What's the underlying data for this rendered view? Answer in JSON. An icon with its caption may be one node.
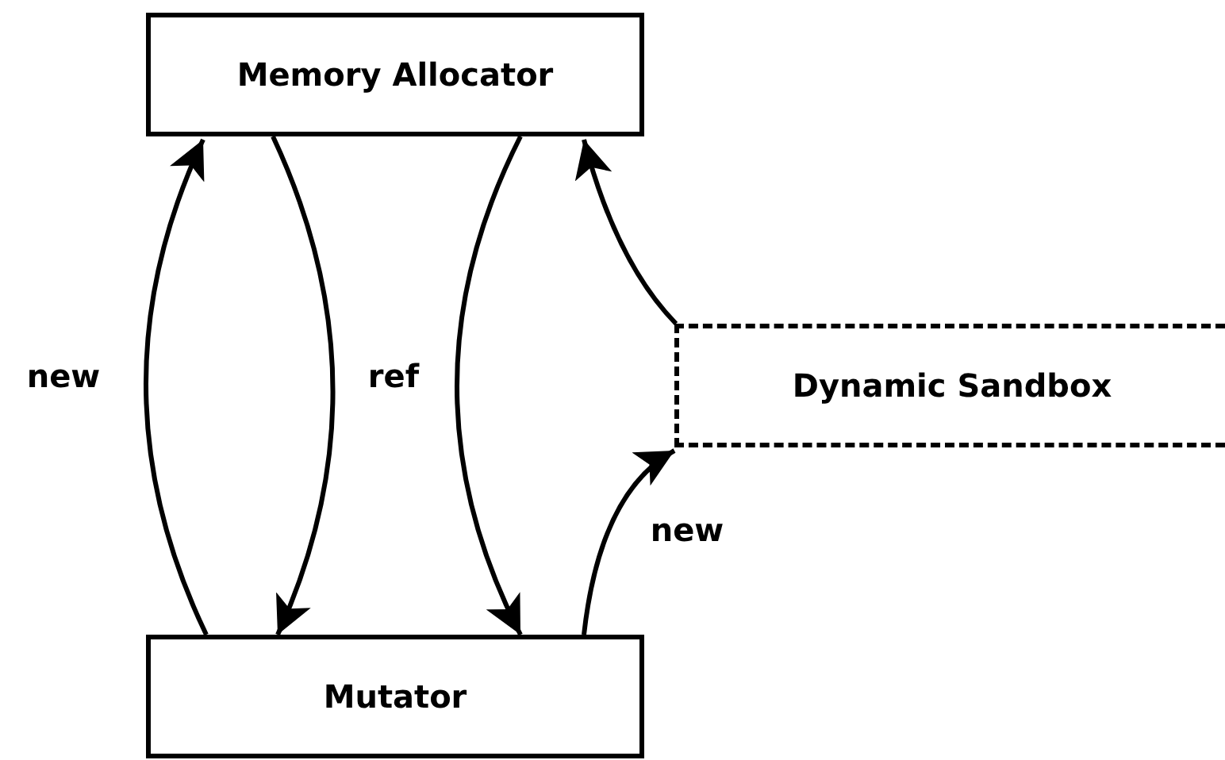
{
  "diagram": {
    "nodes": [
      {
        "text": [
          "Memory Allocator"
        ]
      },
      {
        "text": [
          "Mutator"
        ]
      },
      {
        "text": [
          "Dynamic Sandbox"
        ]
      }
    ],
    "edges": [
      {
        "from": 1,
        "to": 0,
        "arrow": "to",
        "label": "new"
      },
      {
        "from": 0,
        "to": 1,
        "arrow": "to",
        "label": "ref"
      },
      {
        "from": 0,
        "to": 1,
        "arrow": "to"
      },
      {
        "from": 2,
        "to": 0,
        "arrow": "to"
      },
      {
        "from": 1,
        "to": 2,
        "arrow": "to",
        "label": "new"
      }
    ]
  }
}
